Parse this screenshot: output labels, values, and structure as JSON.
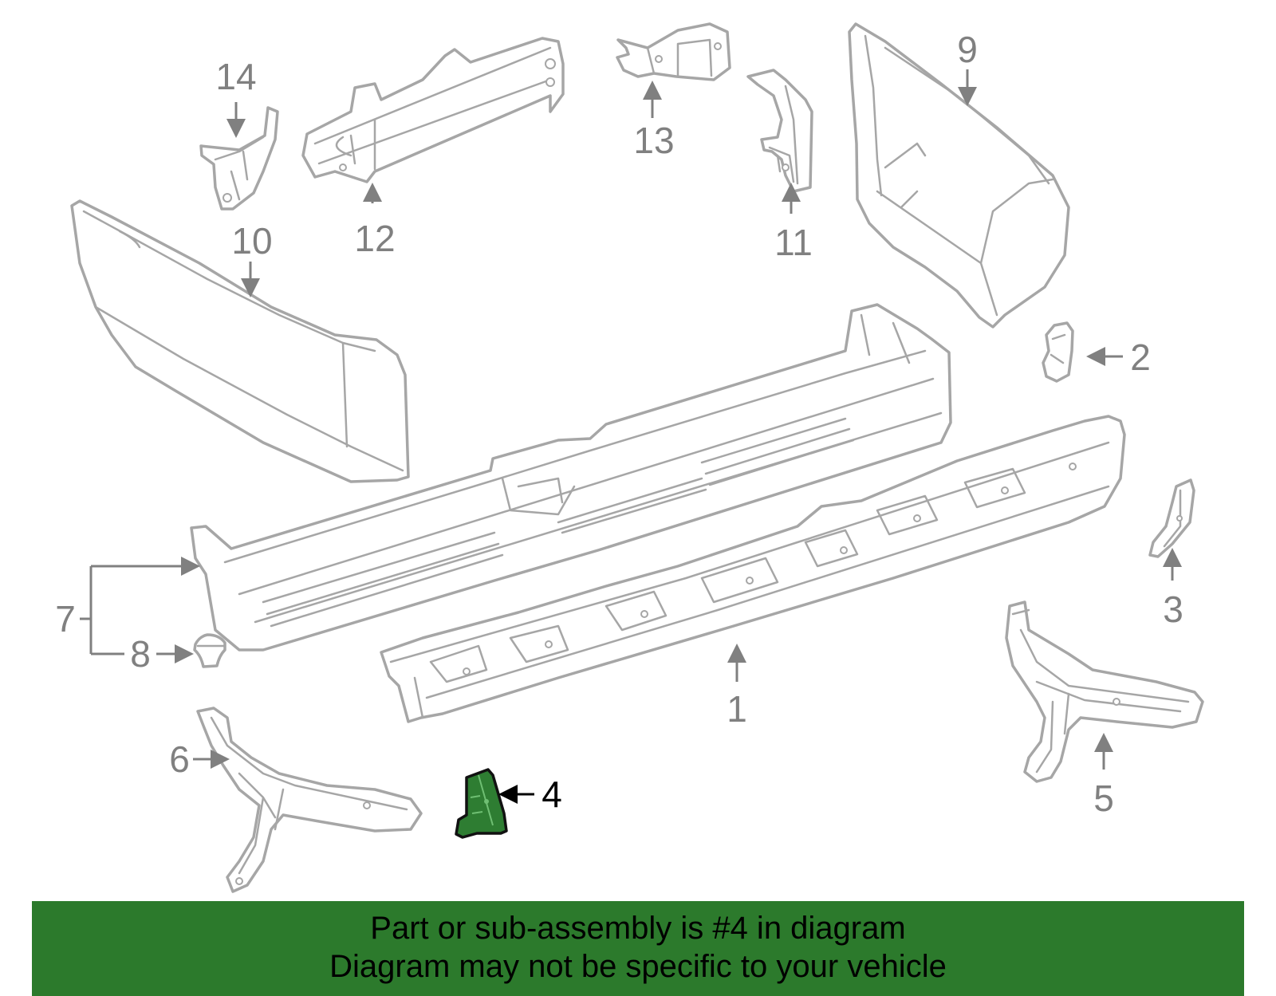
{
  "callouts": {
    "c1": "1",
    "c2": "2",
    "c3": "3",
    "c4": "4",
    "c5": "5",
    "c6": "6",
    "c7": "7",
    "c8": "8",
    "c9": "9",
    "c10": "10",
    "c11": "11",
    "c12": "12",
    "c13": "13",
    "c14": "14"
  },
  "highlighted_part": "4",
  "colors": {
    "highlight": "#2e7d32",
    "banner": "#2c7a2c",
    "line_art": "#a6a6a6"
  },
  "banner": {
    "line1": "Part or sub-assembly is #4 in diagram",
    "line2": "Diagram may not be specific to your vehicle"
  }
}
